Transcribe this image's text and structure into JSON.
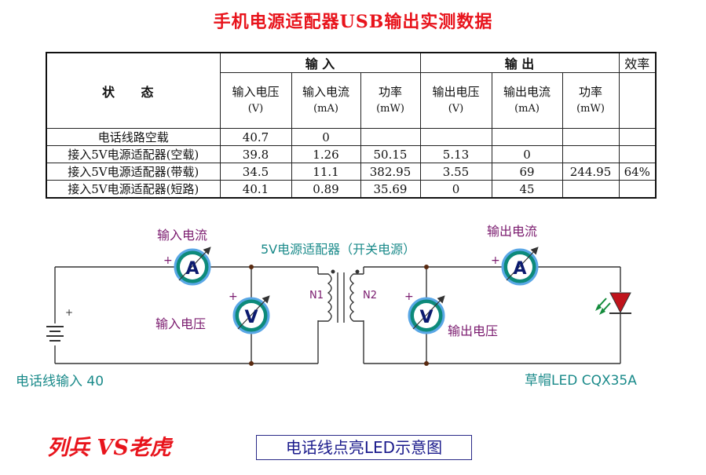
{
  "title": "手机电源适配器USB输出实测数据",
  "table": {
    "group_input": "输 入",
    "group_output": "输 出",
    "efficiency_header": "效率",
    "state_header": "状 态",
    "col_in_voltage": "输入电压",
    "col_in_voltage_unit": "(V)",
    "col_in_current": "输入电流",
    "col_in_current_unit": "(mA)",
    "col_in_power": "功率",
    "col_in_power_unit": "(mW)",
    "col_out_voltage": "输出电压",
    "col_out_voltage_unit": "(V)",
    "col_out_current": "输出电流",
    "col_out_current_unit": "(mA)",
    "col_out_power": "功率",
    "col_out_power_unit": "(mW)",
    "rows": [
      {
        "state": "电话线路空载",
        "in_v": "40.7",
        "in_i": "0",
        "in_p": "",
        "out_v": "",
        "out_i": "",
        "out_p": "",
        "eff": ""
      },
      {
        "state": "接入5V电源适配器(空载)",
        "in_v": "39.8",
        "in_i": "1.26",
        "in_p": "50.15",
        "out_v": "5.13",
        "out_i": "0",
        "out_p": "",
        "eff": ""
      },
      {
        "state": "接入5V电源适配器(带载)",
        "in_v": "34.5",
        "in_i": "11.1",
        "in_p": "382.95",
        "out_v": "3.55",
        "out_i": "69",
        "out_p": "244.95",
        "eff": "64%"
      },
      {
        "state": "接入5V电源适配器(短路)",
        "in_v": "40.1",
        "in_i": "0.89",
        "in_p": "35.69",
        "out_v": "0",
        "out_i": "45",
        "out_p": "",
        "eff": ""
      }
    ]
  },
  "circuit": {
    "input_current_label": "输入电流",
    "input_voltage_label": "输入电压",
    "adapter_label": "5V电源适配器（开关电源）",
    "output_current_label": "输出电流",
    "output_voltage_label": "输出电压",
    "source_label": "电话线输入 40",
    "led_label": "草帽LED CQX35A",
    "ammeter_symbol": "A",
    "voltmeter_symbol": "V",
    "plus": "+",
    "n1": "N1",
    "n2": "N2",
    "colors": {
      "wire": "#333333",
      "meter_fill": "#0d8a7a",
      "meter_ring": "#5aa7e6",
      "meter_text": "#0b1a6e",
      "label_purple": "#7a1a6e",
      "label_teal": "#1a8a8a",
      "led_red": "#c0141c",
      "led_green": "#148c3c",
      "node": "#5a2a10"
    }
  },
  "author": "列兵 VS老虎",
  "caption": "电话线点亮LED示意图"
}
